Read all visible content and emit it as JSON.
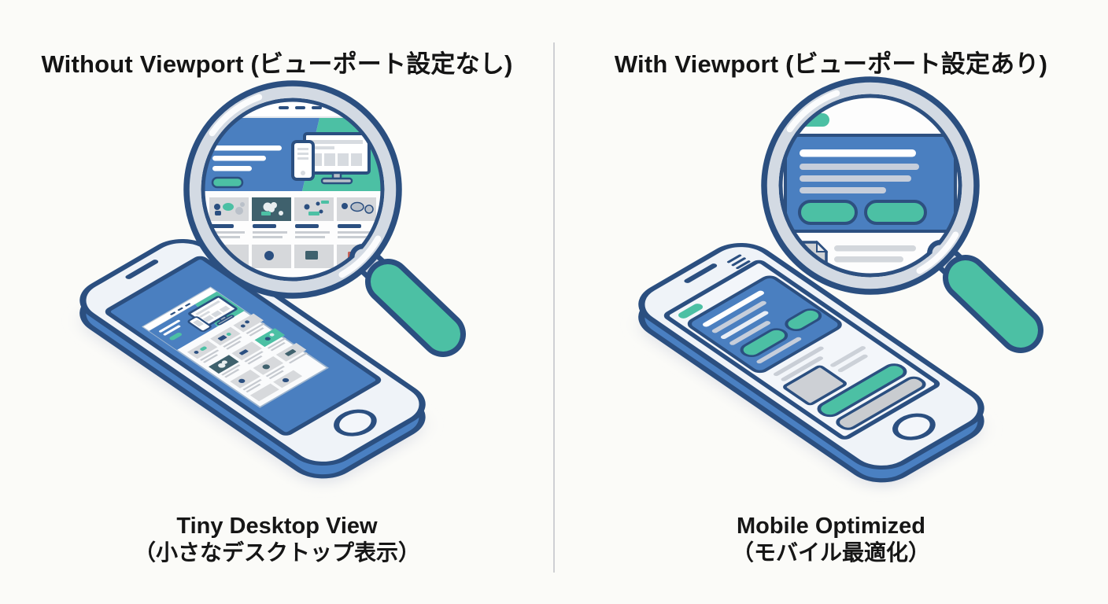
{
  "page": {
    "background": "#fbfbf8",
    "divider_color": "#cfd0d4"
  },
  "colors": {
    "navy_outline": "#2b4f80",
    "screen_blue": "#4a7fc0",
    "teal_accent": "#4cc0a4",
    "rim_silver": "#d3dae3",
    "card_gray": "#d6d8db",
    "dark_card": "#3f616d"
  },
  "left_panel": {
    "title": "Without Viewport (ビューポート設定なし)",
    "caption_line1": "Tiny Desktop View",
    "caption_line2": "（小さなデスクトップ表示）",
    "illustration_alt": "Smartphone displaying a shrunken desktop website, with a magnifying glass enlarging the tiny desktop page"
  },
  "right_panel": {
    "title": "With Viewport (ビューポート設定あり)",
    "caption_line1": "Mobile Optimized",
    "caption_line2": "（モバイル最適化）",
    "illustration_alt": "Smartphone displaying a mobile-optimized layout, with a magnifying glass enlarging the readable mobile content"
  }
}
